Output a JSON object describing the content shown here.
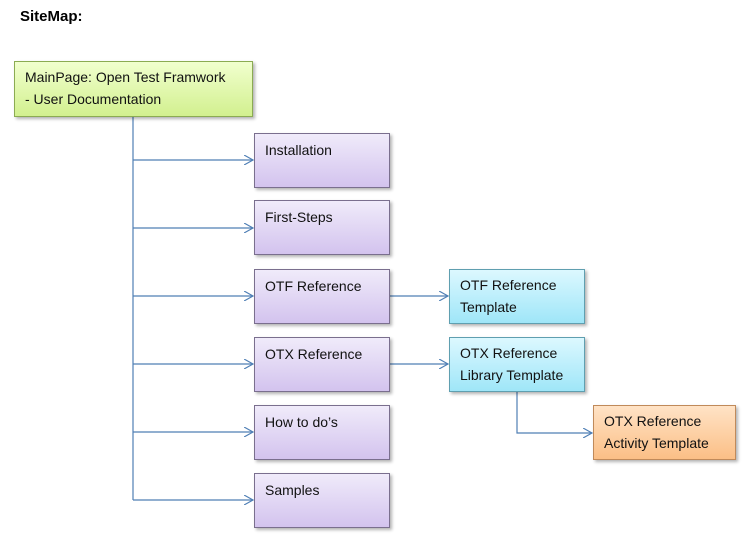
{
  "title": "SiteMap:",
  "root": {
    "line1": "MainPage: Open Test Framwork",
    "line2": "- User Documentation"
  },
  "pages": [
    {
      "label": "Installation"
    },
    {
      "label": "First-Steps"
    },
    {
      "label": "OTF Reference"
    },
    {
      "label": "OTX Reference"
    },
    {
      "label": "How to do’s"
    },
    {
      "label": "Samples"
    }
  ],
  "templates": {
    "otf": {
      "line1": "OTF Reference",
      "line2": "Template"
    },
    "otx_library": {
      "line1": "OTX Reference",
      "line2": "Library Template"
    },
    "otx_activity": {
      "line1": "OTX Reference",
      "line2": "Activity Template"
    }
  },
  "colors": {
    "root": "#d2f08f",
    "page": "#d3c3ee",
    "template": "#9fe6f8",
    "activity": "#fbbf86",
    "connector": "#4f7fb5"
  }
}
